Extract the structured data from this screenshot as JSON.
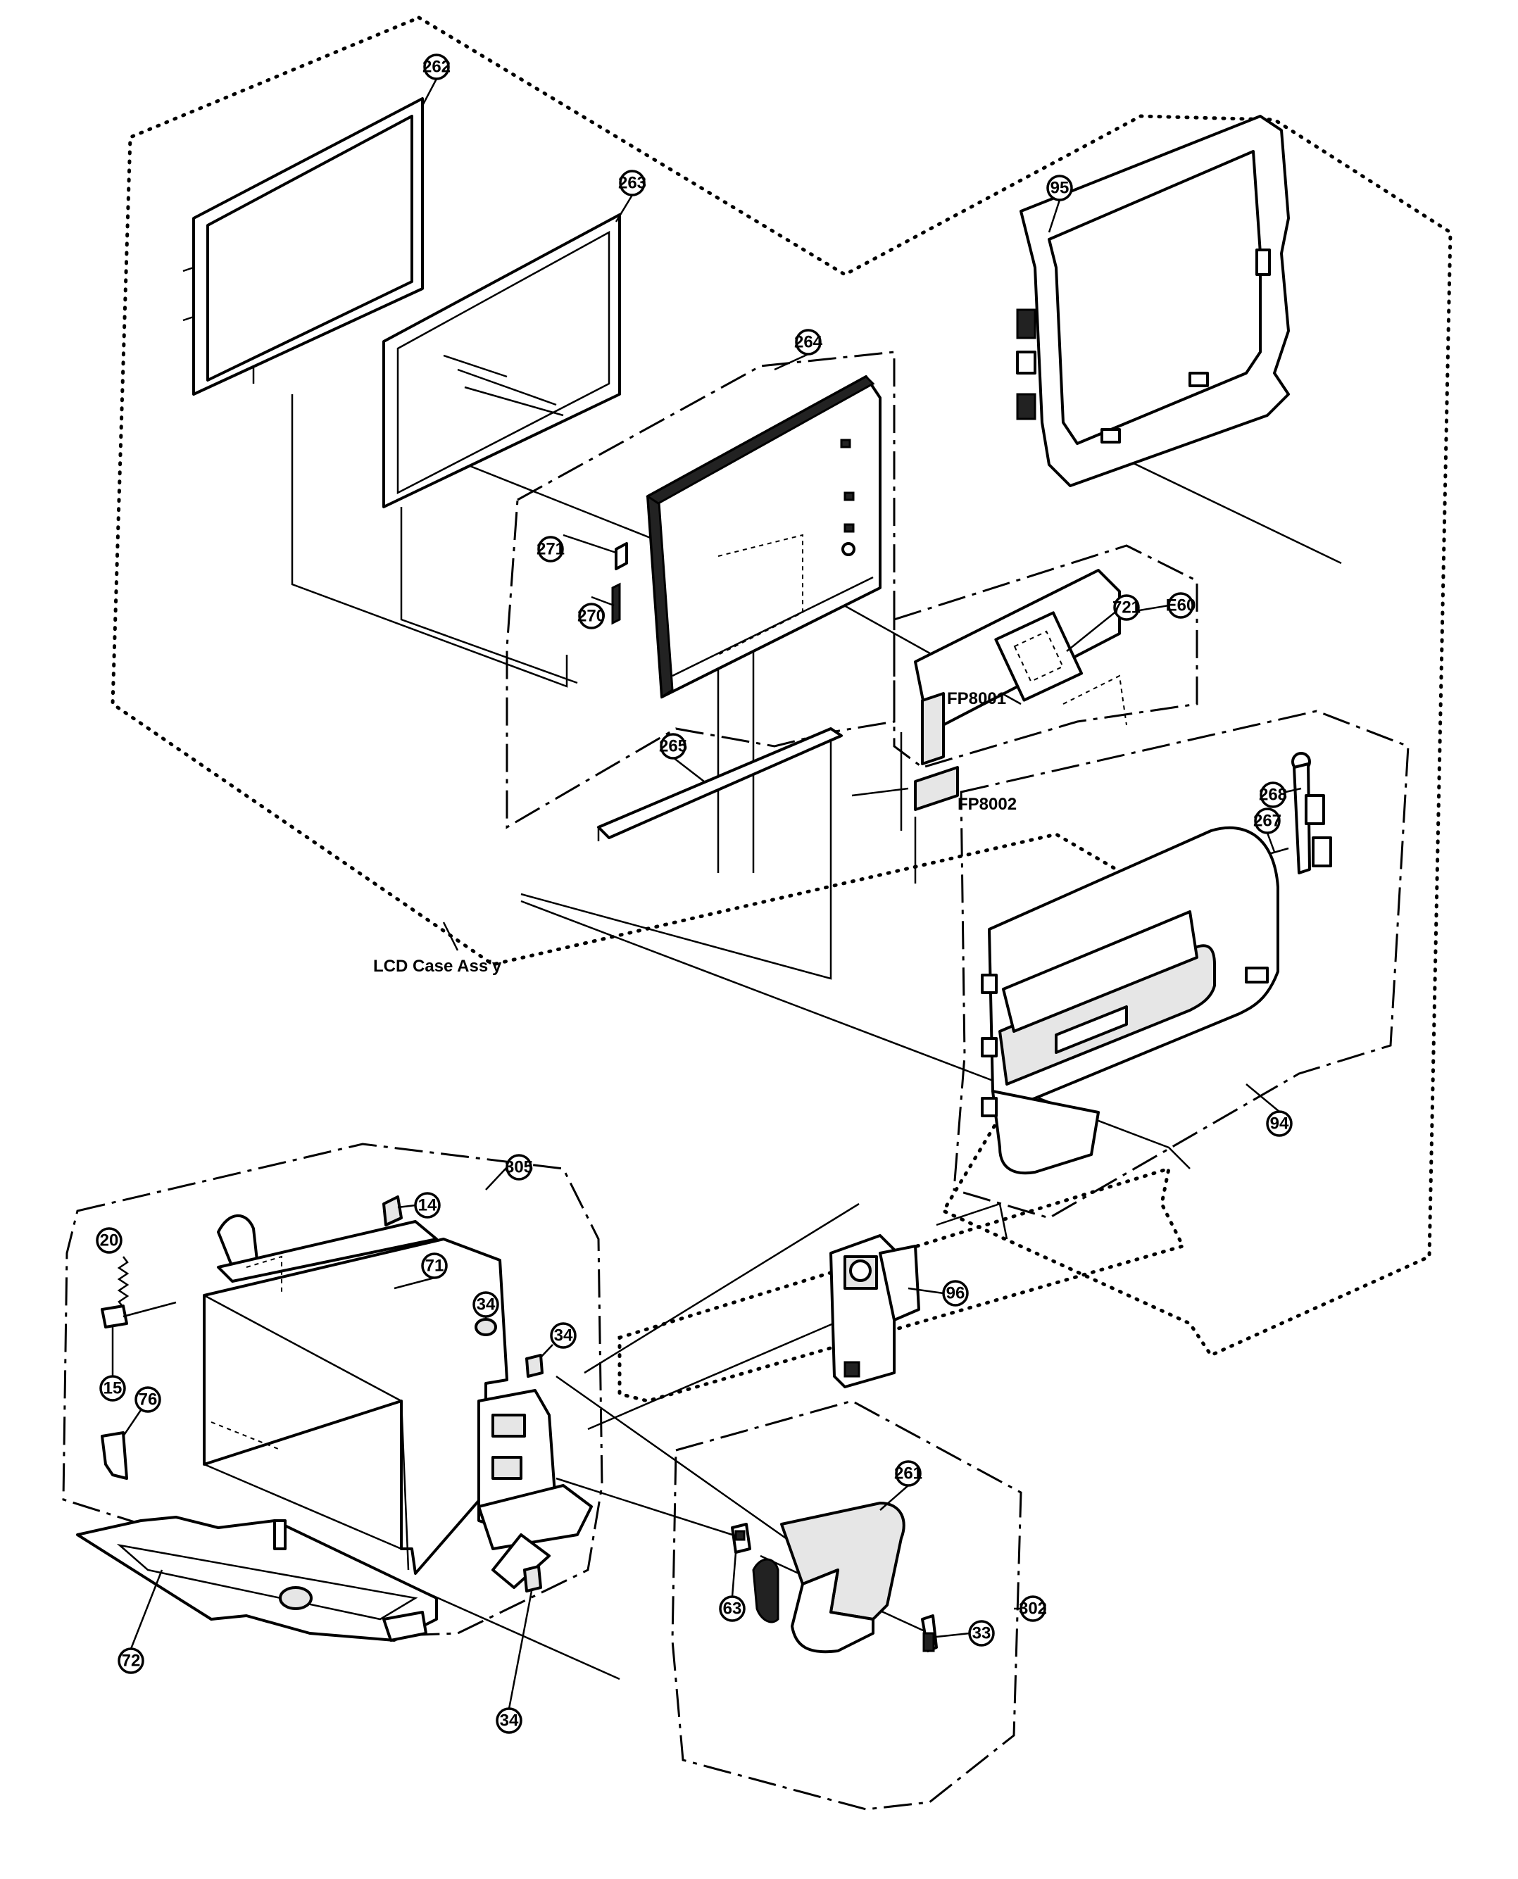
{
  "diagram": {
    "callouts": [
      {
        "id": "262"
      },
      {
        "id": "263"
      },
      {
        "id": "264"
      },
      {
        "id": "95"
      },
      {
        "id": "271"
      },
      {
        "id": "270"
      },
      {
        "id": "721"
      },
      {
        "id": "E60"
      },
      {
        "id": "265"
      },
      {
        "id": "268"
      },
      {
        "id": "267"
      },
      {
        "id": "94"
      },
      {
        "id": "305"
      },
      {
        "id": "14"
      },
      {
        "id": "20"
      },
      {
        "id": "71"
      },
      {
        "id": "34"
      },
      {
        "id": "34"
      },
      {
        "id": "15"
      },
      {
        "id": "76"
      },
      {
        "id": "96"
      },
      {
        "id": "261"
      },
      {
        "id": "63"
      },
      {
        "id": "302"
      },
      {
        "id": "33"
      },
      {
        "id": "72"
      },
      {
        "id": "34"
      }
    ],
    "labels": {
      "fp8001": "FP8001",
      "fp8002": "FP8002",
      "lcd_case": "LCD Case Ass'y"
    }
  }
}
